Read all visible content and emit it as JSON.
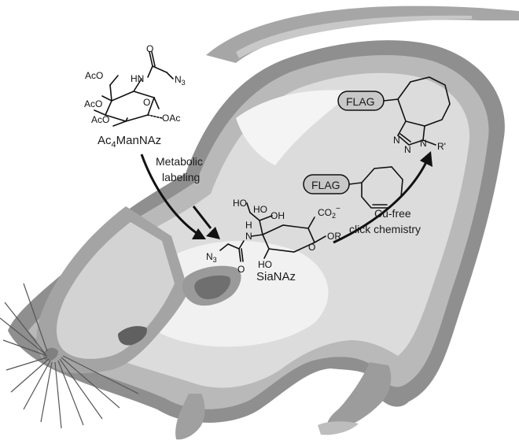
{
  "reagent": {
    "name_prefix": "Ac",
    "name_sub": "4",
    "name_suffix": "ManNAz",
    "atoms": {
      "acetoxy": "AcO",
      "acetoxy_right": "OAc",
      "nh": "HN",
      "oxygen": "O",
      "azide": "N",
      "azide_sub": "3"
    }
  },
  "step1": {
    "label_line1": "Metabolic",
    "label_line2": "labeling"
  },
  "product": {
    "name": "SiaNAz",
    "atoms": {
      "ho": "HO",
      "oh": "OH",
      "nh": "N",
      "nh_h": "H",
      "carboxylate": "CO",
      "carboxylate_sub": "2",
      "charge": "−",
      "or": "OR",
      "o": "O",
      "azide": "N",
      "azide_sub": "3"
    }
  },
  "step2": {
    "label_line1": "Cu-free",
    "label_line2": "click chemistry"
  },
  "probe": {
    "tag": "FLAG"
  },
  "triazole": {
    "tag": "FLAG",
    "atoms": {
      "n": "N",
      "n_double": "N",
      "r_prime": "R'"
    }
  },
  "colors": {
    "ink": "#111111",
    "mouse_dark": "#8c8c8c",
    "mouse_mid": "#b4b4b4",
    "mouse_light": "#d8d8d8",
    "tag_fill": "#c8c8c8"
  }
}
